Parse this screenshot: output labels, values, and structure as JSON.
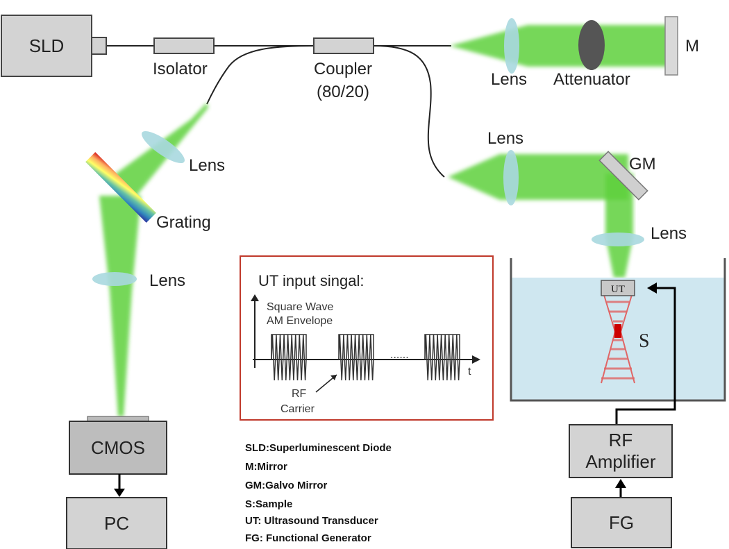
{
  "components": {
    "sld": "SLD",
    "isolator": "Isolator",
    "coupler": "Coupler",
    "coupler_ratio": "(80/20)",
    "lens_reference": "Lens",
    "attenuator": "Attenuator",
    "mirror": "M",
    "lens_sample_arm": "Lens",
    "galvo_mirror": "GM",
    "lens_objective": "Lens",
    "lens_spectrometer_top": "Lens",
    "grating": "Grating",
    "lens_spectrometer_bottom": "Lens",
    "cmos": "CMOS",
    "pc": "PC",
    "ut": "UT",
    "sample": "S",
    "rf_amplifier_line1": "RF",
    "rf_amplifier_line2": "Amplifier",
    "fg": "FG"
  },
  "inset": {
    "title": "UT input singal:",
    "envelope_line1": "Square Wave",
    "envelope_line2": "AM Envelope",
    "dots": "......",
    "axis_t": "t",
    "carrier_line1": "RF",
    "carrier_line2": "Carrier"
  },
  "legend": [
    "SLD:Superluminescent Diode",
    "M:Mirror",
    "GM:Galvo Mirror",
    "S:Sample",
    "UT: Ultrasound Transducer",
    "FG: Functional Generator"
  ],
  "colors": {
    "beam": "#5fd13d",
    "lens": "#a9d8df",
    "water": "#cfe7f0",
    "box_fill": "#d3d3d3",
    "inset_border": "#c0392b"
  }
}
